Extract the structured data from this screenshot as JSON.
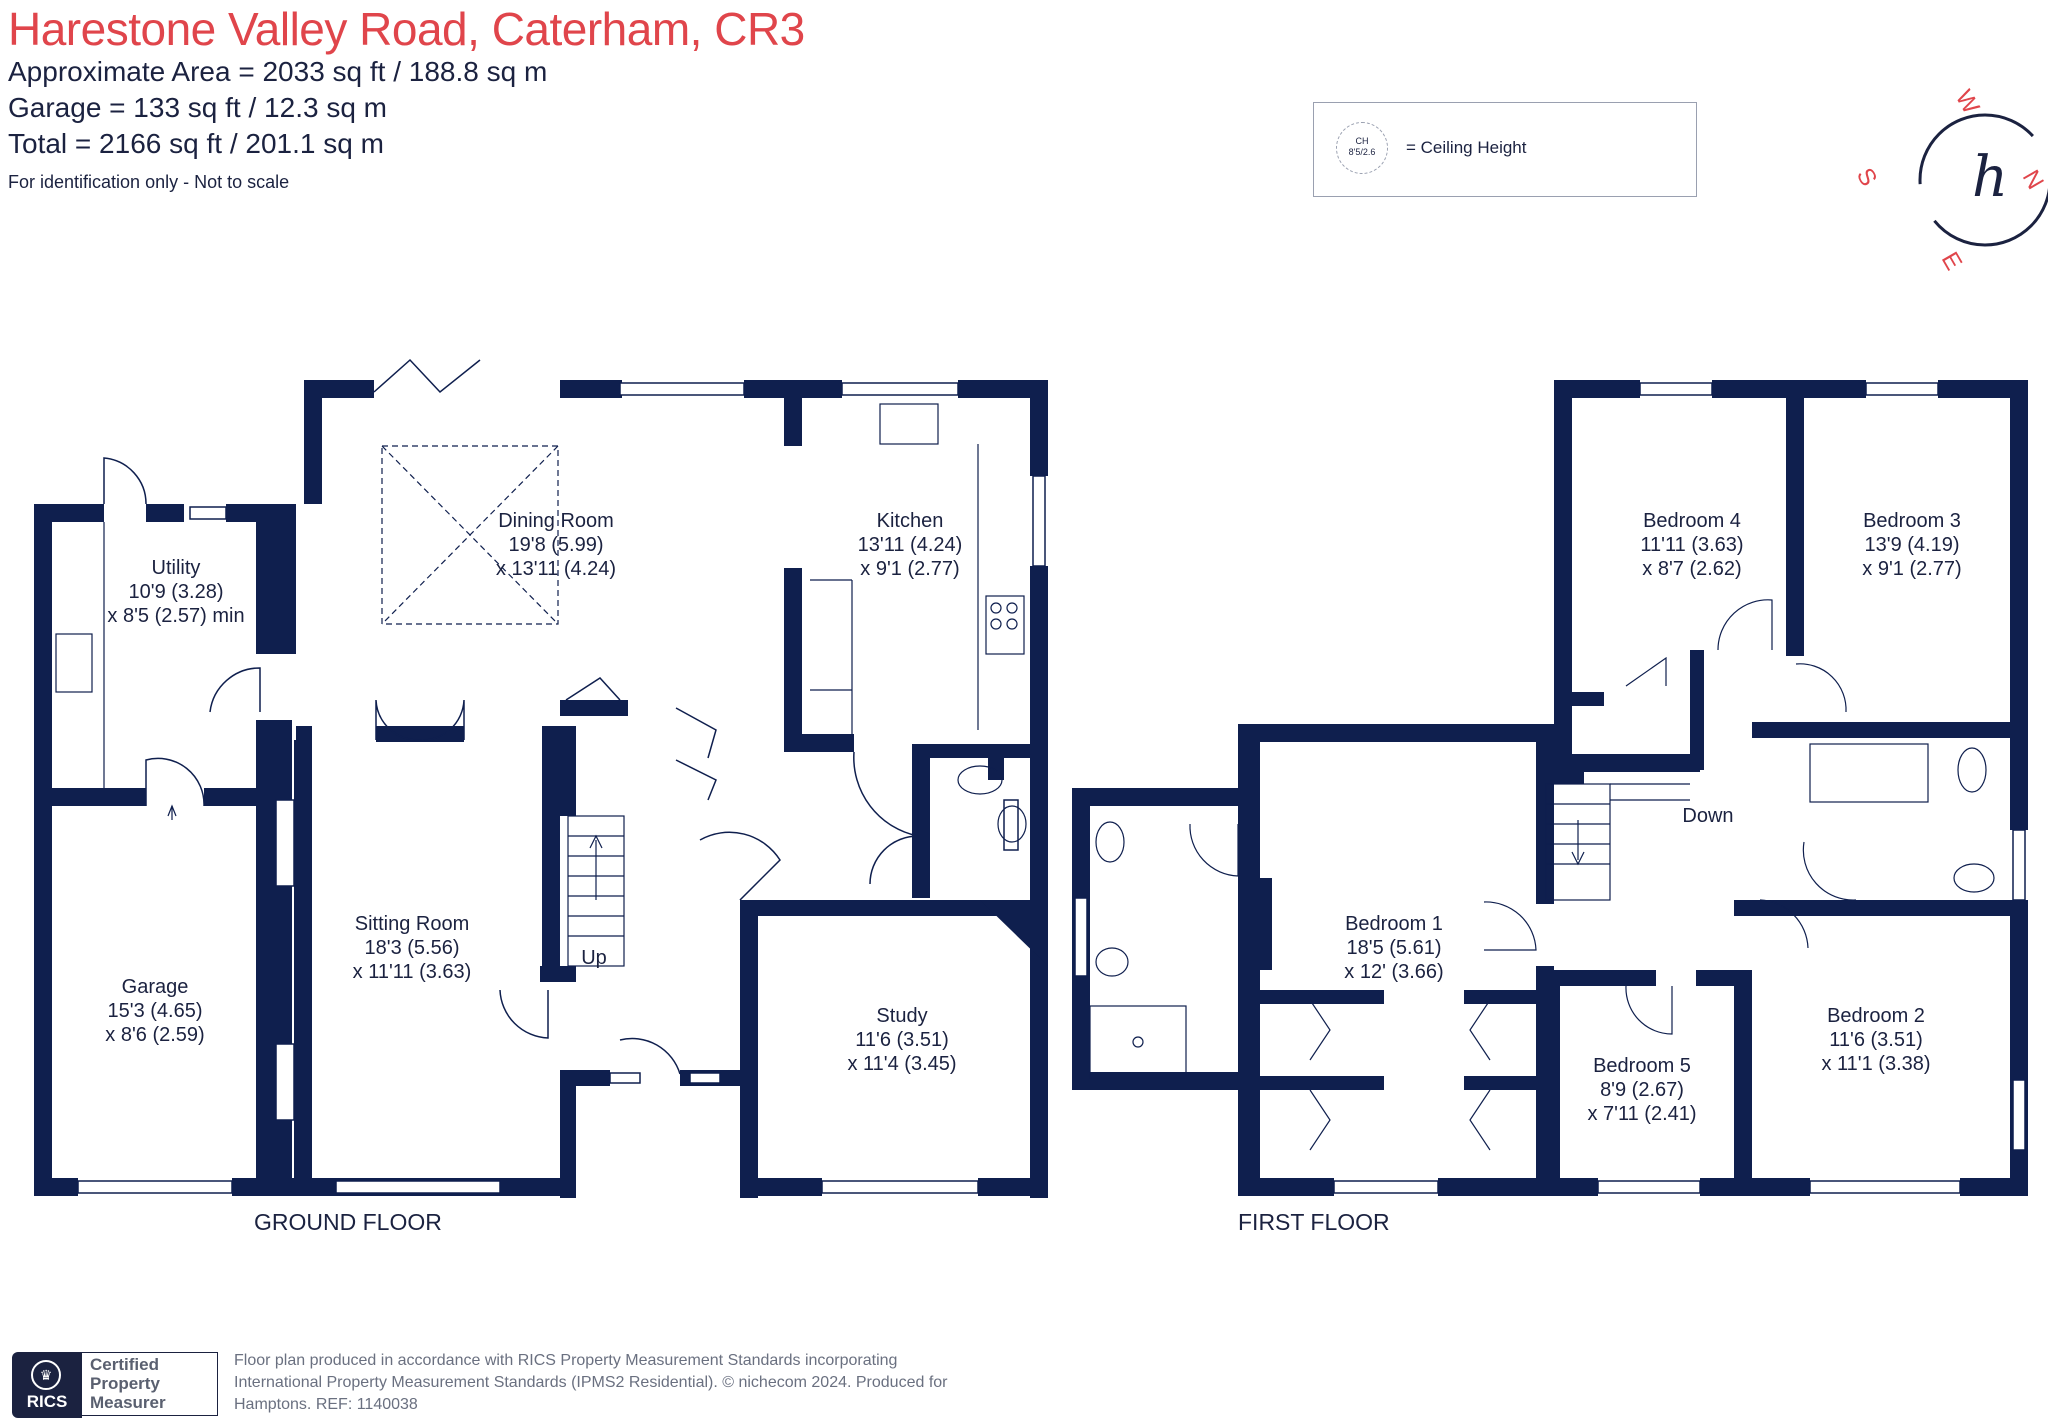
{
  "header": {
    "title": "Harestone Valley Road, Caterham, CR3",
    "approx_area": "Approximate Area = 2033 sq ft / 188.8 sq m",
    "garage_area": "Garage = 133 sq ft / 12.3 sq m",
    "total_area": "Total = 2166 sq ft / 201.1 sq m",
    "disclaimer": "For identification only - Not to scale"
  },
  "legend": {
    "circle_text_1": "CH",
    "circle_text_2": "8'5/2.6",
    "label": "= Ceiling Height"
  },
  "compass": {
    "w": "W",
    "n": "N",
    "e": "E",
    "s": "S",
    "logo": "h"
  },
  "ground_floor": {
    "label": "GROUND FLOOR",
    "rooms": [
      {
        "name": "Utility",
        "dim1": "10'9 (3.28)",
        "dim2": "x 8'5 (2.57) min"
      },
      {
        "name": "Dining Room",
        "dim1": "19'8 (5.99)",
        "dim2": "x 13'11 (4.24)"
      },
      {
        "name": "Kitchen",
        "dim1": "13'11 (4.24)",
        "dim2": "x 9'1 (2.77)"
      },
      {
        "name": "Garage",
        "dim1": "15'3 (4.65)",
        "dim2": "x 8'6 (2.59)"
      },
      {
        "name": "Sitting Room",
        "dim1": "18'3 (5.56)",
        "dim2": "x 11'11 (3.63)"
      },
      {
        "name": "Study",
        "dim1": "11'6 (3.51)",
        "dim2": "x 11'4 (3.45)"
      }
    ],
    "stairs": "Up"
  },
  "first_floor": {
    "label": "FIRST FLOOR",
    "rooms": [
      {
        "name": "Bedroom 4",
        "dim1": "11'11 (3.63)",
        "dim2": "x 8'7 (2.62)"
      },
      {
        "name": "Bedroom 3",
        "dim1": "13'9 (4.19)",
        "dim2": "x 9'1 (2.77)"
      },
      {
        "name": "Bedroom 1",
        "dim1": "18'5 (5.61)",
        "dim2": "x 12' (3.66)"
      },
      {
        "name": "Bedroom 2",
        "dim1": "11'6 (3.51)",
        "dim2": "x 11'1 (3.38)"
      },
      {
        "name": "Bedroom 5",
        "dim1": "8'9 (2.67)",
        "dim2": "x 7'11 (2.41)"
      }
    ],
    "stairs": "Down"
  },
  "footer": {
    "rics_badge": "RICS",
    "cert_line1": "Certified",
    "cert_line2": "Property",
    "cert_line3": "Measurer",
    "line1": "Floor plan produced in accordance with RICS Property Measurement Standards incorporating",
    "line2": "International Property Measurement Standards (IPMS2 Residential).  © nichecom 2024.   Produced for",
    "line3": "Hamptons.  REF: 1140038"
  },
  "colors": {
    "wall": "#0f1f4e",
    "title": "#e0454b",
    "text": "#1b2240"
  }
}
